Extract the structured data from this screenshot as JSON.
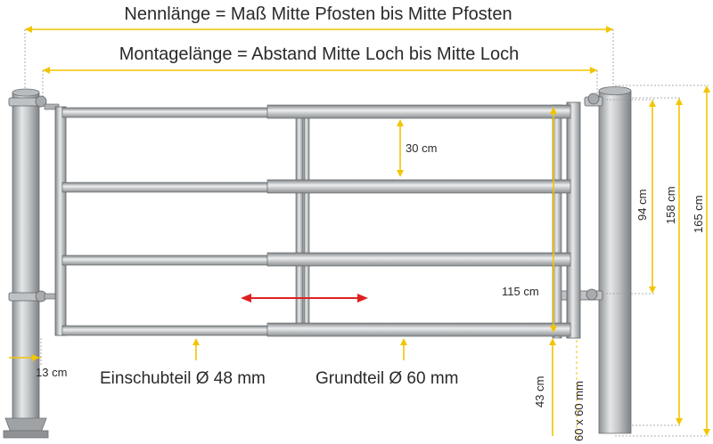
{
  "labels": {
    "nennlaenge": "Nennlänge = Maß Mitte Pfosten bis Mitte Pfosten",
    "montagelaenge": "Montagelänge = Abstand Mitte Loch bis Mitte Loch",
    "spacing": "30 cm",
    "gate_height": "115 cm",
    "hinge_distance": "94 cm",
    "post_above_ground": "158 cm",
    "post_total": "165 cm",
    "ground_clearance": "43 cm",
    "post_profile": "60 x 60 mm",
    "offset": "13 cm",
    "einschubteil": "Einschubteil Ø 48 mm",
    "grundteil": "Grundteil Ø 60 mm"
  },
  "colors": {
    "dimension": "#f2c500",
    "arrow": "#e02020",
    "metal": "#c9ccce",
    "text": "#2a2a2a"
  }
}
